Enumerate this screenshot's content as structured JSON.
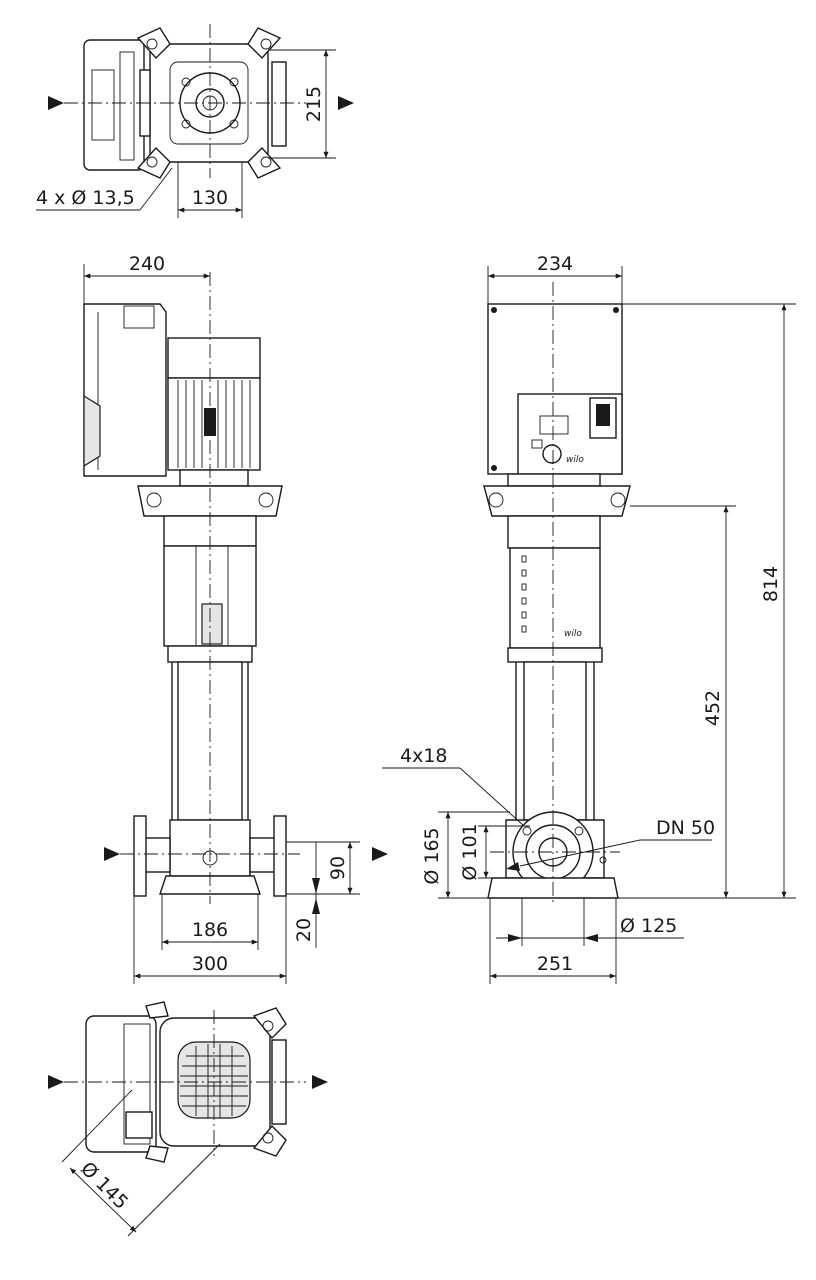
{
  "dimensions": {
    "top_view_height": "215",
    "top_view_bolt_spacing": "130",
    "bolt_holes": "4 x Ø 13,5",
    "side_width_motor": "240",
    "side_flange_inner": "186",
    "side_flange_outer": "300",
    "side_port_height": "90",
    "side_base_height": "20",
    "front_width_motor": "234",
    "front_total_height": "814",
    "front_port_center_height": "452",
    "front_holes": "4x18",
    "front_flange_outer": "Ø 165",
    "front_flange_inner": "Ø 101",
    "front_nominal": "DN 50",
    "front_bolt_circle": "Ø 125",
    "front_base_width": "251",
    "bottom_view_diameter": "Ø 145"
  },
  "brand": {
    "logo_text": "wilo"
  },
  "colors": {
    "line": "#1a1a1a",
    "background": "#ffffff"
  }
}
